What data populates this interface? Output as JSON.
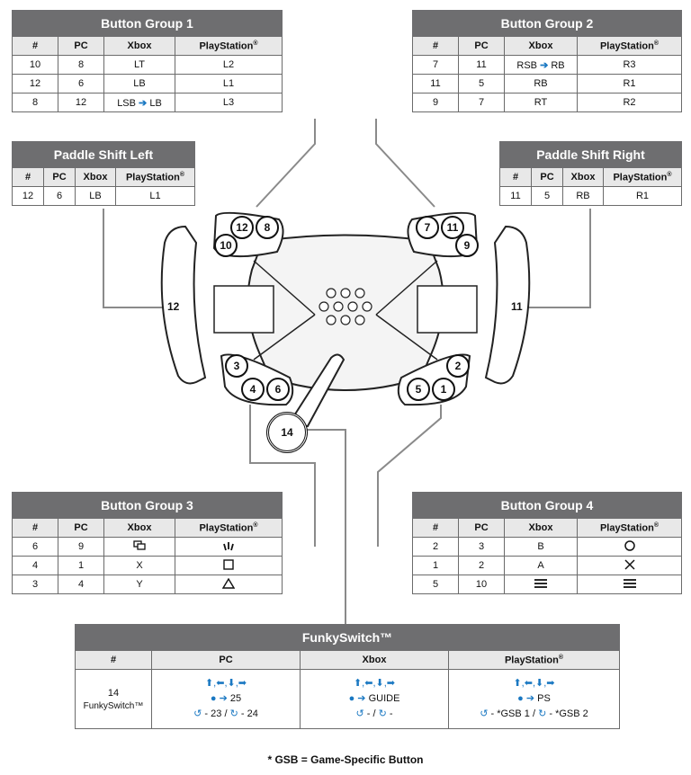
{
  "headers": {
    "num": "#",
    "pc": "PC",
    "xbox": "Xbox",
    "ps": "PlayStation",
    "ps_reg": "®"
  },
  "group1": {
    "title": "Button Group 1",
    "rows": [
      {
        "num": "10",
        "pc": "8",
        "xbox": "LT",
        "ps": "L2"
      },
      {
        "num": "12",
        "pc": "6",
        "xbox": "LB",
        "ps": "L1"
      },
      {
        "num": "8",
        "pc": "12",
        "xbox_a": "LSB",
        "xbox_b": "LB",
        "ps": "L3"
      }
    ]
  },
  "group2": {
    "title": "Button Group 2",
    "rows": [
      {
        "num": "7",
        "pc": "11",
        "xbox_a": "RSB",
        "xbox_b": "RB",
        "ps": "R3"
      },
      {
        "num": "11",
        "pc": "5",
        "xbox": "RB",
        "ps": "R1"
      },
      {
        "num": "9",
        "pc": "7",
        "xbox": "RT",
        "ps": "R2"
      }
    ]
  },
  "paddle_left": {
    "title": "Paddle Shift Left",
    "row": {
      "num": "12",
      "pc": "6",
      "xbox": "LB",
      "ps": "L1"
    }
  },
  "paddle_right": {
    "title": "Paddle Shift Right",
    "row": {
      "num": "11",
      "pc": "5",
      "xbox": "RB",
      "ps": "R1"
    }
  },
  "group3": {
    "title": "Button Group 3",
    "rows": [
      {
        "num": "6",
        "pc": "9",
        "xbox_icon": "view-icon",
        "ps_icon": "share-icon"
      },
      {
        "num": "4",
        "pc": "1",
        "xbox": "X",
        "ps_icon": "square-icon"
      },
      {
        "num": "3",
        "pc": "4",
        "xbox": "Y",
        "ps_icon": "triangle-icon"
      }
    ]
  },
  "group4": {
    "title": "Button Group 4",
    "rows": [
      {
        "num": "2",
        "pc": "3",
        "xbox": "B",
        "ps_icon": "circle-icon"
      },
      {
        "num": "1",
        "pc": "2",
        "xbox": "A",
        "ps_icon": "cross-icon"
      },
      {
        "num": "5",
        "pc": "10",
        "xbox_icon": "menu-icon",
        "ps_icon": "options-icon"
      }
    ]
  },
  "funky": {
    "title": "FunkySwitch™",
    "num": "14",
    "name": "FunkySwitch™",
    "pc": {
      "press": "25",
      "rotate_a": "23",
      "rotate_b": "24"
    },
    "xbox": {
      "press": "GUIDE",
      "rotate_a": "",
      "rotate_b": ""
    },
    "ps": {
      "press": "PS",
      "rotate_a": "*GSB 1",
      "rotate_b": "*GSB 2"
    }
  },
  "wheel_labels": {
    "b12": "12",
    "b8": "8",
    "b10": "10",
    "b7": "7",
    "b11": "11",
    "b9": "9",
    "b3": "3",
    "b4": "4",
    "b6": "6",
    "b2": "2",
    "b5": "5",
    "b1": "1",
    "b14": "14",
    "paddle_left": "12",
    "paddle_right": "11"
  },
  "footnote": "* GSB = Game-Specific Button",
  "colors": {
    "header": "#6e6e70",
    "accent": "#1a78c2",
    "line": "#7a7a7a"
  }
}
